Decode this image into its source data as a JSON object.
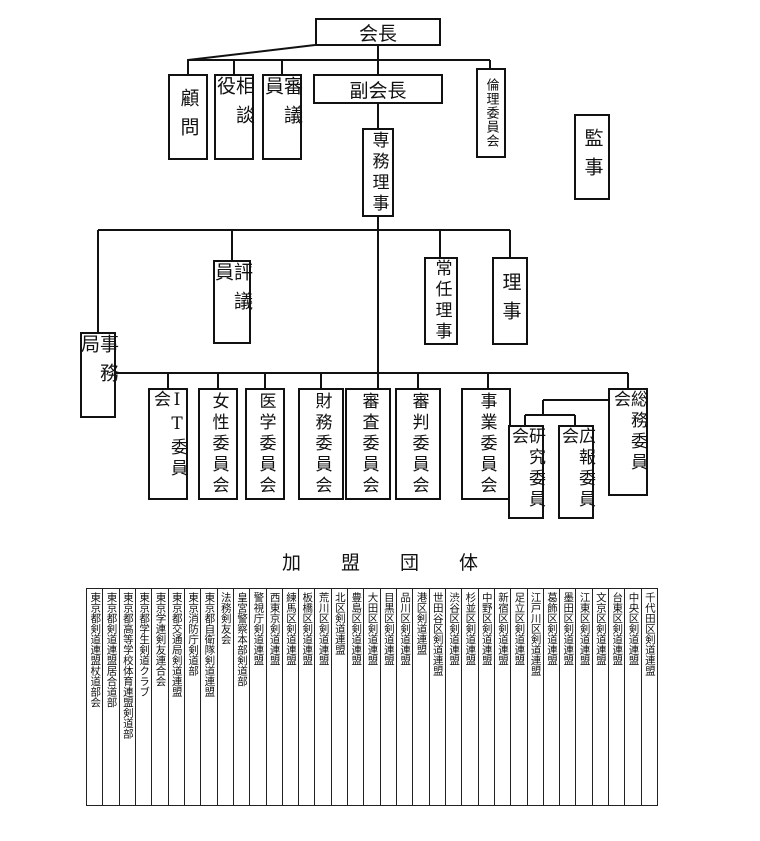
{
  "org": {
    "president": "会長",
    "vice_president": "副会長",
    "advisor": "顧問",
    "counselor": "相談役",
    "councilor": "審議員",
    "ethics_committee": "倫理委員会",
    "auditor": "監事",
    "managing_director": "専務理事",
    "trustee": "評議員",
    "standing_director": "常任理事",
    "director": "理事",
    "secretariat": "事務局",
    "committees": {
      "it": "IT委員会",
      "women": "女性委員会",
      "medical": "医学委員会",
      "finance": "財務委員会",
      "examination": "審査委員会",
      "referee": "審判委員会",
      "business": "事業委員会",
      "general_affairs": "総務委員会",
      "research": "研究委員会",
      "pr": "広報委員会"
    }
  },
  "federation": {
    "title": "加盟団体",
    "members": [
      "千代田区剣道連盟",
      "中央区剣道連盟",
      "台東区剣道連盟",
      "文京区剣道連盟",
      "江東区剣道連盟",
      "墨田区剣道連盟",
      "葛飾区剣道連盟",
      "江戸川区剣道連盟",
      "足立区剣道連盟",
      "新宿区剣道連盟",
      "中野区剣道連盟",
      "杉並区剣道連盟",
      "渋谷区剣道連盟",
      "世田谷区剣道連盟",
      "港区剣道連盟",
      "品川区剣道連盟",
      "目黒区剣道連盟",
      "大田区剣道連盟",
      "豊島区剣道連盟",
      "北区剣道連盟",
      "荒川区剣道連盟",
      "板橋区剣道連盟",
      "練馬区剣道連盟",
      "西東京剣道連盟",
      "警視庁剣道連盟",
      "皇宮警察本部剣道部",
      "法務剣友会",
      "東京都自衛隊剣道連盟",
      "東京消防庁剣道部",
      "東京都交通局剣道連盟",
      "東京学連剣友連合会",
      "東京都学生剣道クラブ",
      "東京都高等学校体育連盟剣道部",
      "東京都剣道連盟居合道部",
      "東京都剣道連盟杖道部会"
    ]
  }
}
